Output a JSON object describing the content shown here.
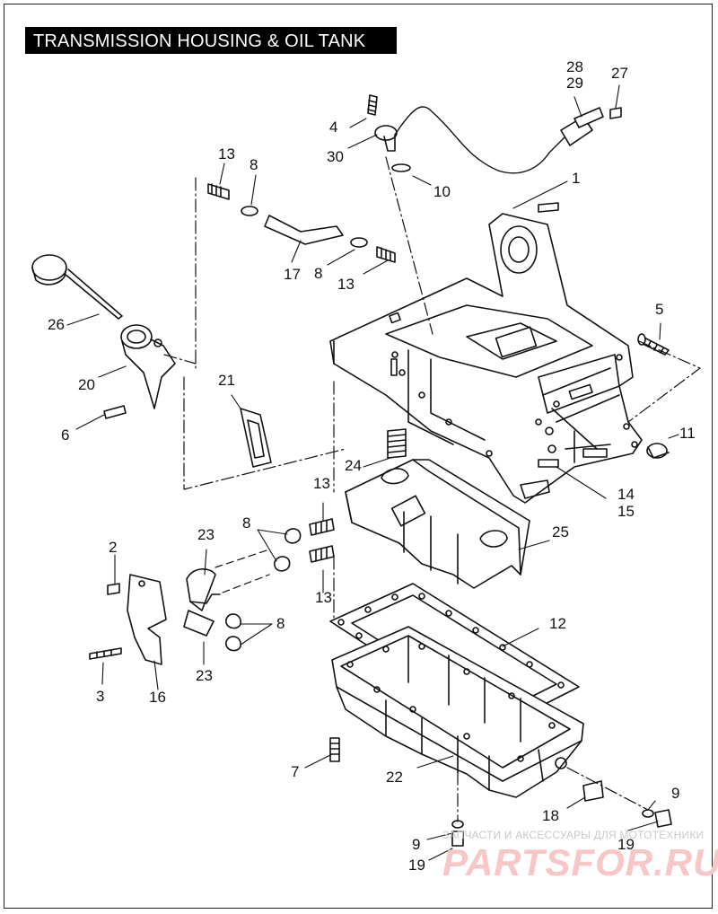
{
  "title": "TRANSMISSION HOUSING & OIL TANK",
  "callouts": {
    "c1": "1",
    "c2": "2",
    "c3": "3",
    "c4": "4",
    "c5": "5",
    "c6": "6",
    "c7": "7",
    "c8a": "8",
    "c8b": "8",
    "c8c": "8",
    "c8d": "8",
    "c9a": "9",
    "c9b": "9",
    "c10": "10",
    "c11": "11",
    "c12": "12",
    "c13a": "13",
    "c13b": "13",
    "c13c": "13",
    "c13d": "13",
    "c14": "14",
    "c15": "15",
    "c16": "16",
    "c17": "17",
    "c18": "18",
    "c19a": "19",
    "c19b": "19",
    "c20": "20",
    "c21": "21",
    "c22": "22",
    "c23a": "23",
    "c23b": "23",
    "c24": "24",
    "c25": "25",
    "c26": "26",
    "c27": "27",
    "c28": "28",
    "c29": "29",
    "c30": "30"
  },
  "watermark": {
    "tagline": "ЗАПЧАСТИ И АКСЕССУАРЫ ДЛЯ МОТОТЕХНИКИ",
    "logo": "PARTSFOR.RU"
  },
  "colors": {
    "line": "#111111",
    "title_bg": "#000000",
    "title_fg": "#ffffff",
    "watermark": "#f7c6c6"
  }
}
